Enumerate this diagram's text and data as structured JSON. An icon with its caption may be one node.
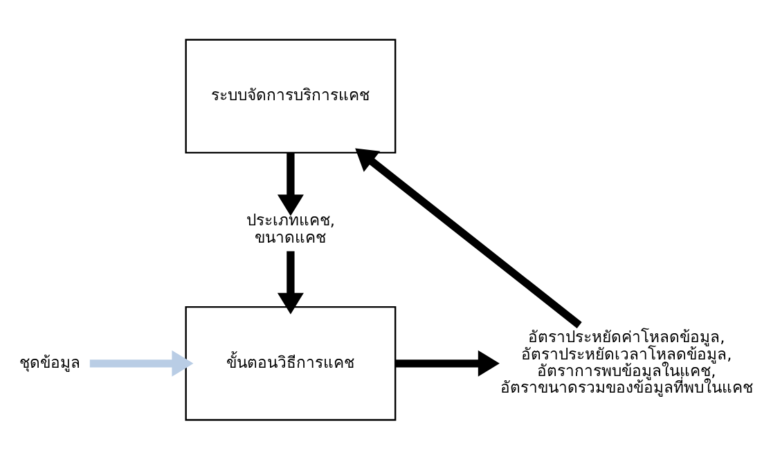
{
  "diagram": {
    "nodes": [
      {
        "text": [
          "ระบบจัดการบริการแคช"
        ]
      },
      {
        "text": [
          "ประเภทแคช, ขนาดแคช"
        ]
      },
      {
        "text": [
          "ขั้นตอนวิธีการแคช"
        ]
      },
      {
        "text": [
          "ชุดข้อมูล"
        ]
      },
      {
        "text": [
          "อัตราประหยัดค่าโหลดข้อมูล, อัตราประหยัดเวลาโหลดข้อมูล, อัตราการพบข้อมูลในแคช, อัตราขนาดรวมของข้อมูลที่พบในแคช"
        ]
      }
    ],
    "edges": [
      {
        "from": 0,
        "to": 1,
        "arrow": "to"
      },
      {
        "from": 1,
        "to": 2,
        "arrow": "to"
      },
      {
        "from": 3,
        "to": 2,
        "arrow": "to",
        "color": "#b9cde5"
      },
      {
        "from": 2,
        "to": 4,
        "arrow": "to"
      },
      {
        "from": 4,
        "to": 0,
        "arrow": "to"
      }
    ]
  }
}
